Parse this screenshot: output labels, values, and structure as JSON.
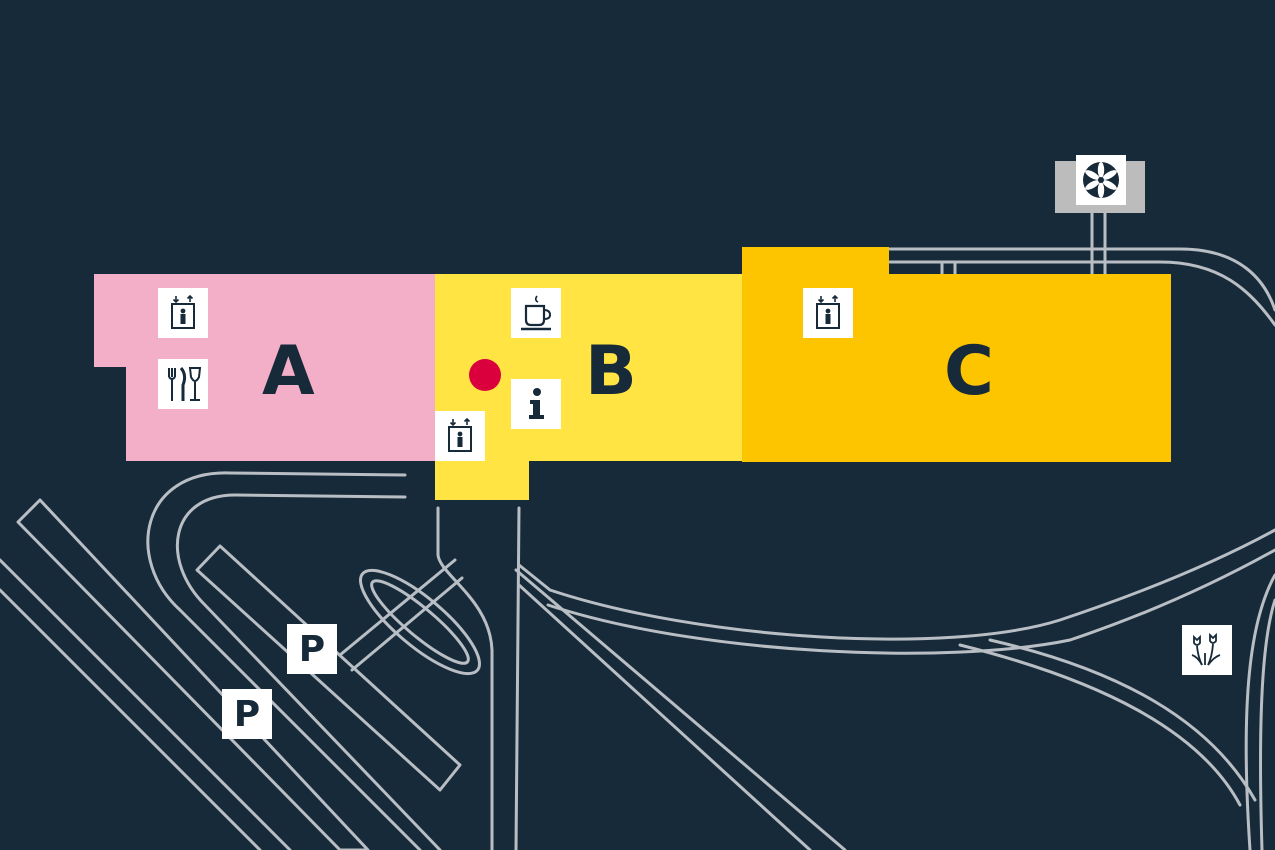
{
  "colors": {
    "background": "#172a39",
    "road": "#b8bec4",
    "zone_a": "#f4afc8",
    "zone_b": "#ffe444",
    "zone_c": "#fdc400",
    "annex": "#bcbcbc",
    "marker": "#d9003d",
    "icon_bg": "#ffffff",
    "icon_fg": "#172a39"
  },
  "zones": {
    "a": {
      "label": "A"
    },
    "b": {
      "label": "B"
    },
    "c": {
      "label": "C"
    }
  },
  "icons": {
    "elevator": "elevator-icon",
    "restaurant": "restaurant-icon",
    "cafe": "coffee-cup-icon",
    "info": "information-icon",
    "flower": "flower-emblem-icon",
    "garden": "tulips-icon"
  },
  "parking": {
    "label": "P"
  },
  "you_are_here": {
    "color": "#d9003d"
  }
}
